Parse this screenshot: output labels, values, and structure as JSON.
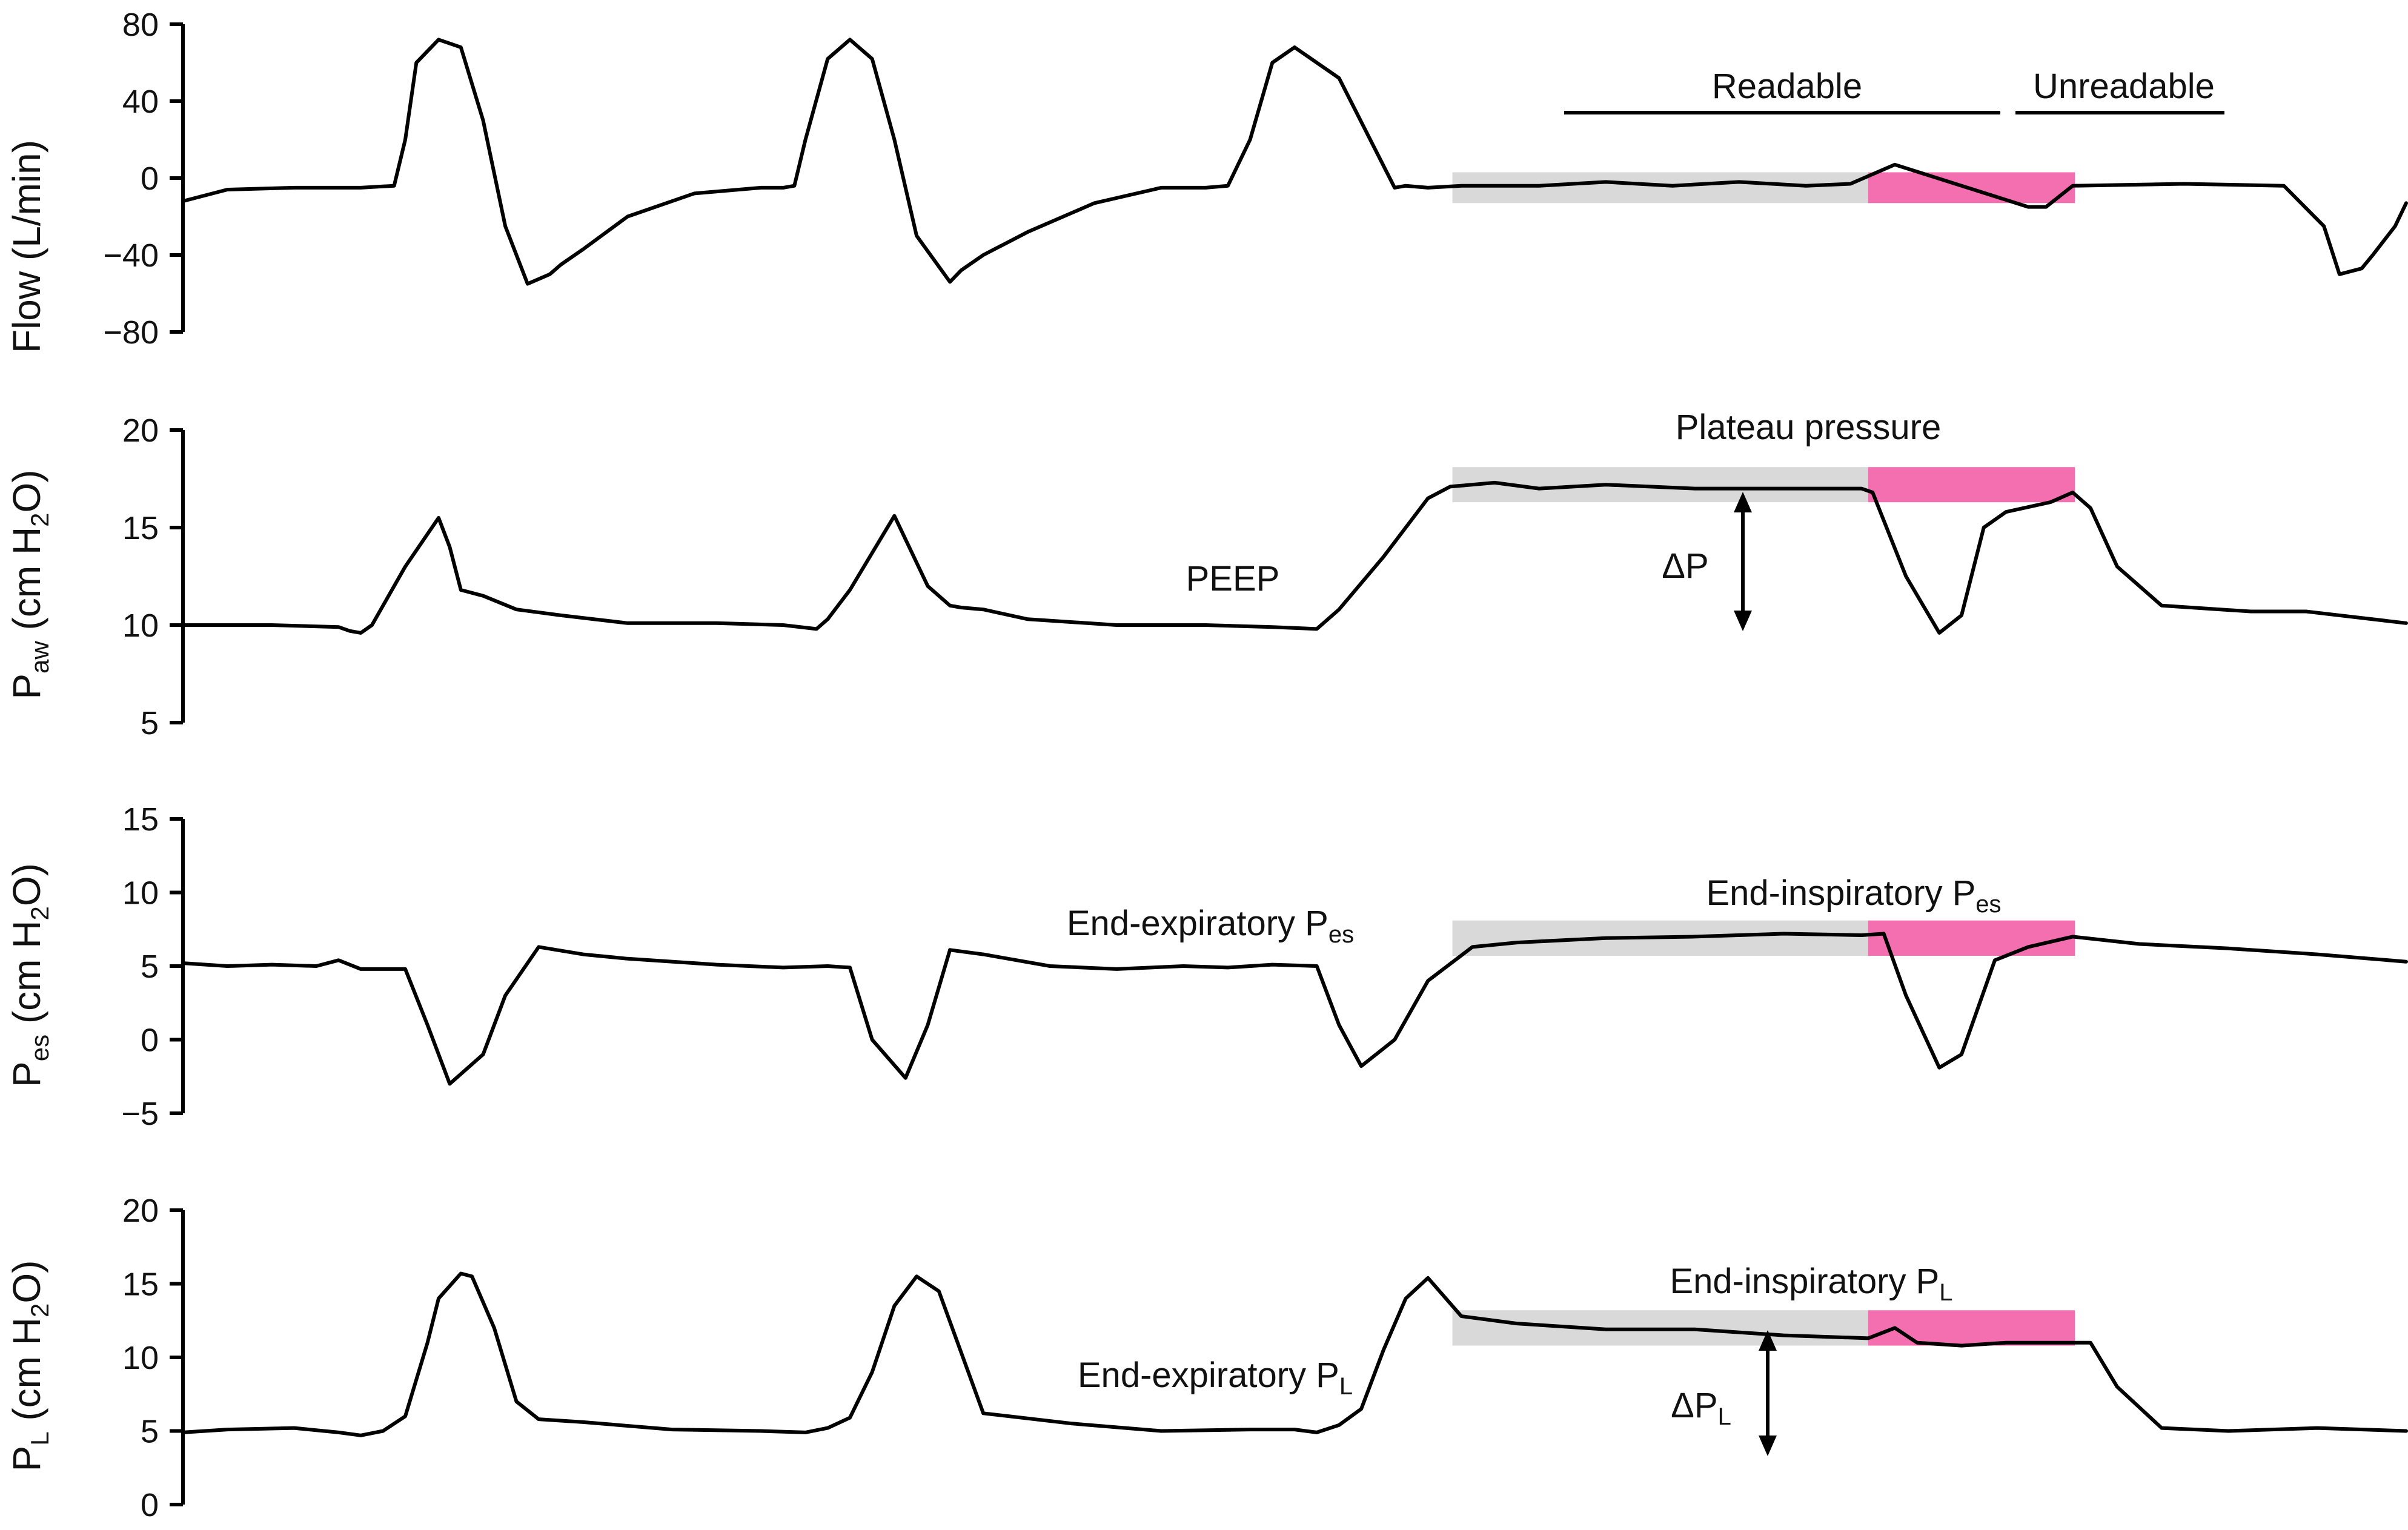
{
  "chart_data": [
    {
      "type": "line",
      "ylabel": "Flow (L/min)",
      "ylim": [
        -80,
        80
      ],
      "yticks": [
        80,
        40,
        0,
        -40,
        -80
      ],
      "xlim": [
        0,
        1000
      ],
      "grid": false,
      "series": [
        {
          "x": [
            0,
            20,
            50,
            80,
            95,
            100,
            105,
            115,
            125,
            135,
            145,
            155,
            165,
            170,
            180,
            200,
            230,
            260,
            270,
            275,
            280,
            290,
            300,
            310,
            320,
            330,
            345,
            350,
            360,
            380,
            410,
            440,
            460,
            470,
            480,
            490,
            500,
            520,
            545,
            550,
            560,
            575,
            590,
            610,
            640,
            670,
            700,
            730,
            750,
            770,
            830,
            838,
            850,
            900,
            945,
            963,
            970,
            980,
            985,
            995,
            1000
          ],
          "y": [
            -12,
            -6,
            -5,
            -5,
            -4,
            20,
            60,
            72,
            68,
            30,
            -25,
            -55,
            -50,
            -45,
            -37,
            -20,
            -8,
            -5,
            -5,
            -4,
            20,
            62,
            72,
            62,
            20,
            -30,
            -54,
            -48,
            -40,
            -28,
            -13,
            -5,
            -5,
            -4,
            20,
            60,
            68,
            52,
            -5,
            -4,
            -5,
            -4,
            -4,
            -4,
            -2,
            -4,
            -2,
            -4,
            -3,
            7,
            -15,
            -15,
            -4,
            -3,
            -4,
            -25,
            -50,
            -47,
            -40,
            -25,
            -13
          ]
        }
      ],
      "annotations": [
        {
          "text": "Readable",
          "x_from": 571,
          "x_to": 758
        },
        {
          "text": "Unreadable",
          "x_from": 763,
          "x_to": 848
        }
      ],
      "bands": [
        {
          "kind": "readable",
          "x_from": 571,
          "x_to": 758,
          "y_from": -13,
          "y_to": 3
        },
        {
          "kind": "unreadable",
          "x_from": 758,
          "x_to": 851,
          "y_from": -13,
          "y_to": 3
        }
      ]
    },
    {
      "type": "line",
      "ylabel": "Paw (cm H2O)",
      "ylim": [
        5,
        20
      ],
      "yticks": [
        20,
        15,
        10,
        5
      ],
      "xlim": [
        0,
        1000
      ],
      "grid": false,
      "series": [
        {
          "x": [
            0,
            40,
            70,
            75,
            80,
            85,
            90,
            100,
            115,
            120,
            125,
            135,
            150,
            170,
            200,
            240,
            270,
            285,
            290,
            300,
            320,
            335,
            345,
            350,
            360,
            380,
            420,
            460,
            490,
            510,
            520,
            540,
            560,
            570,
            590,
            610,
            640,
            680,
            720,
            755,
            760,
            775,
            790,
            800,
            810,
            820,
            840,
            850,
            858,
            870,
            890,
            930,
            955,
            1000
          ],
          "y": [
            10,
            10,
            9.9,
            9.7,
            9.6,
            10,
            11,
            13,
            15.5,
            14,
            11.8,
            11.5,
            10.8,
            10.5,
            10.1,
            10.1,
            10,
            9.8,
            10.3,
            11.8,
            15.6,
            12,
            11,
            10.9,
            10.8,
            10.3,
            10,
            10,
            9.9,
            9.8,
            10.8,
            13.5,
            16.5,
            17.1,
            17.3,
            17,
            17.2,
            17,
            17,
            17,
            16.8,
            12.5,
            9.6,
            10.5,
            15,
            15.8,
            16.3,
            16.8,
            16,
            13,
            11,
            10.7,
            10.7,
            10.1
          ]
        }
      ],
      "annotations": [
        {
          "text": "Plateau pressure"
        },
        {
          "text": "PEEP"
        },
        {
          "text": "ΔP",
          "from_y": 10,
          "to_y": 17
        }
      ],
      "bands": [
        {
          "kind": "readable",
          "x_from": 571,
          "x_to": 758,
          "y_from": 16.3,
          "y_to": 18.1
        },
        {
          "kind": "unreadable",
          "x_from": 758,
          "x_to": 851,
          "y_from": 16.3,
          "y_to": 18.1
        }
      ]
    },
    {
      "type": "line",
      "ylabel": "Pes (cm H2O)",
      "ylim": [
        -5,
        15
      ],
      "yticks": [
        15,
        10,
        5,
        0,
        -5
      ],
      "xlim": [
        0,
        1000
      ],
      "grid": false,
      "series": [
        {
          "x": [
            0,
            20,
            40,
            60,
            70,
            80,
            100,
            110,
            120,
            135,
            145,
            160,
            180,
            200,
            240,
            270,
            290,
            300,
            310,
            325,
            335,
            345,
            360,
            390,
            420,
            450,
            470,
            490,
            510,
            520,
            530,
            545,
            560,
            580,
            600,
            640,
            680,
            720,
            755,
            765,
            775,
            790,
            800,
            815,
            830,
            850,
            880,
            920,
            960,
            1000
          ],
          "y": [
            5.2,
            5,
            5.1,
            5,
            5.4,
            4.8,
            4.8,
            1,
            -3,
            -1,
            3,
            6.3,
            5.8,
            5.5,
            5.1,
            4.9,
            5,
            4.9,
            0,
            -2.6,
            1,
            6.1,
            5.8,
            5,
            4.8,
            5,
            4.9,
            5.1,
            5,
            1,
            -1.8,
            0,
            4,
            6.3,
            6.6,
            6.9,
            7,
            7.2,
            7.1,
            7.2,
            3,
            -1.9,
            -1,
            5.4,
            6.3,
            7,
            6.5,
            6.2,
            5.8,
            5.3
          ]
        }
      ],
      "annotations": [
        {
          "text": "End-inspiratory P",
          "sub": "es"
        },
        {
          "text": "End-expiratory P",
          "sub": "es"
        }
      ],
      "bands": [
        {
          "kind": "readable",
          "x_from": 571,
          "x_to": 758,
          "y_from": 5.7,
          "y_to": 8.1
        },
        {
          "kind": "unreadable",
          "x_from": 758,
          "x_to": 851,
          "y_from": 5.7,
          "y_to": 8.1
        }
      ]
    },
    {
      "type": "line",
      "ylabel": "PL (cm H2O)",
      "ylim": [
        0,
        20
      ],
      "yticks": [
        20,
        15,
        10,
        5,
        0
      ],
      "xlim": [
        0,
        1000
      ],
      "grid": false,
      "series": [
        {
          "x": [
            0,
            20,
            50,
            70,
            80,
            90,
            100,
            110,
            115,
            125,
            130,
            140,
            150,
            160,
            180,
            220,
            260,
            280,
            290,
            300,
            310,
            320,
            330,
            340,
            360,
            400,
            440,
            480,
            500,
            510,
            520,
            530,
            540,
            550,
            560,
            575,
            600,
            640,
            680,
            720,
            758,
            770,
            780,
            800,
            820,
            845,
            858,
            870,
            890,
            920,
            960,
            1000
          ],
          "y": [
            4.9,
            5.1,
            5.2,
            4.9,
            4.7,
            5,
            6,
            11,
            14,
            15.7,
            15.5,
            12,
            7,
            5.8,
            5.6,
            5.1,
            5,
            4.9,
            5.2,
            5.9,
            9,
            13.5,
            15.5,
            14.5,
            6.2,
            5.5,
            5,
            5.1,
            5.1,
            4.9,
            5.4,
            6.5,
            10.5,
            14,
            15.4,
            12.8,
            12.3,
            11.9,
            11.9,
            11.5,
            11.3,
            12,
            11,
            10.8,
            11,
            11,
            11,
            8,
            5.2,
            5,
            5.2,
            5
          ]
        }
      ],
      "annotations": [
        {
          "text": "End-inspiratory P",
          "sub": "L"
        },
        {
          "text": "End-expiratory P",
          "sub": "L"
        },
        {
          "text": "ΔP",
          "sub": "L",
          "from_y": 11,
          "to_y": 3.5
        }
      ],
      "bands": [
        {
          "kind": "readable",
          "x_from": 571,
          "x_to": 758,
          "y_from": 10.8,
          "y_to": 13.2
        },
        {
          "kind": "unreadable",
          "x_from": 758,
          "x_to": 851,
          "y_from": 10.8,
          "y_to": 13.2
        }
      ]
    }
  ]
}
